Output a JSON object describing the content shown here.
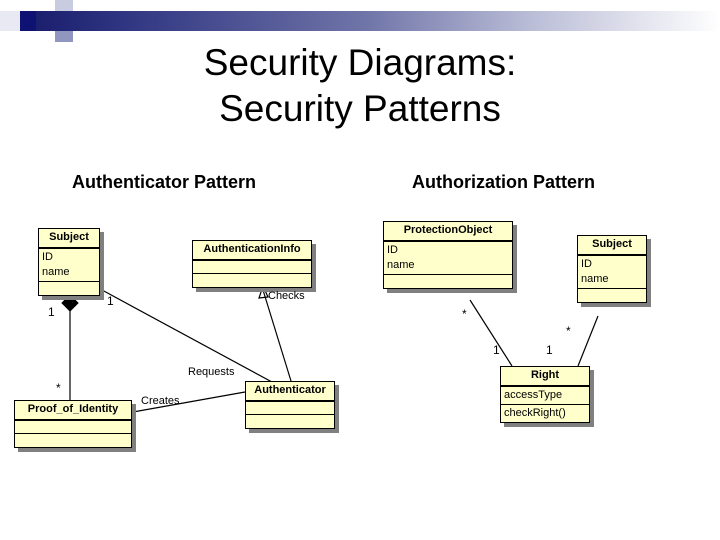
{
  "slide": {
    "title": "Security Diagrams:\nSecurity Patterns",
    "accent_color": "#1b1f6e",
    "class_fill_color": "#ffffcc",
    "shadow_color": "#808080"
  },
  "sections": {
    "left": {
      "title": "Authenticator Pattern"
    },
    "right": {
      "title": "Authorization Pattern"
    }
  },
  "diagrams": {
    "authenticator": {
      "classes": [
        {
          "id": "subject",
          "name": "Subject",
          "attributes": [
            "ID",
            "name"
          ],
          "operations": []
        },
        {
          "id": "authentication_info",
          "name": "AuthenticationInfo",
          "attributes": [],
          "operations": []
        },
        {
          "id": "proof_of_identity",
          "name": "Proof_of_Identity",
          "attributes": [],
          "operations": []
        },
        {
          "id": "authenticator",
          "name": "Authenticator",
          "attributes": [],
          "operations": []
        }
      ],
      "associations": [
        {
          "id": "composition",
          "label": "",
          "from": "subject",
          "to": "proof_of_identity",
          "from_mult": "1",
          "to_mult": "*",
          "type": "composition"
        },
        {
          "id": "requests",
          "label": "Requests",
          "from": "subject",
          "to": "authenticator",
          "from_mult": "1",
          "to_mult": "",
          "type": "association"
        },
        {
          "id": "creates",
          "label": "Creates",
          "from": "authenticator",
          "to": "proof_of_identity",
          "from_mult": "",
          "to_mult": "",
          "type": "association"
        },
        {
          "id": "checks",
          "label": "Checks",
          "from": "authenticator",
          "to": "authentication_info",
          "from_mult": "",
          "to_mult": "",
          "type": "directed"
        }
      ]
    },
    "authorization": {
      "classes": [
        {
          "id": "protection_object",
          "name": "ProtectionObject",
          "attributes": [
            "ID",
            "name"
          ],
          "operations": []
        },
        {
          "id": "subject_r",
          "name": "Subject",
          "attributes": [
            "ID",
            "name"
          ],
          "operations": []
        },
        {
          "id": "right",
          "name": "Right",
          "attributes": [
            "accessType"
          ],
          "operations": [
            "checkRight()"
          ]
        }
      ],
      "associations": [
        {
          "id": "po-right",
          "label": "",
          "from": "protection_object",
          "to": "right",
          "from_mult": "*",
          "to_mult": "1",
          "type": "association"
        },
        {
          "id": "subj-right",
          "label": "",
          "from": "subject_r",
          "to": "right",
          "from_mult": "*",
          "to_mult": "1",
          "type": "association"
        }
      ]
    }
  },
  "labels": {
    "checks": "Checks",
    "requests": "Requests",
    "creates": "Creates",
    "mult_one": "1",
    "mult_many": "*"
  }
}
